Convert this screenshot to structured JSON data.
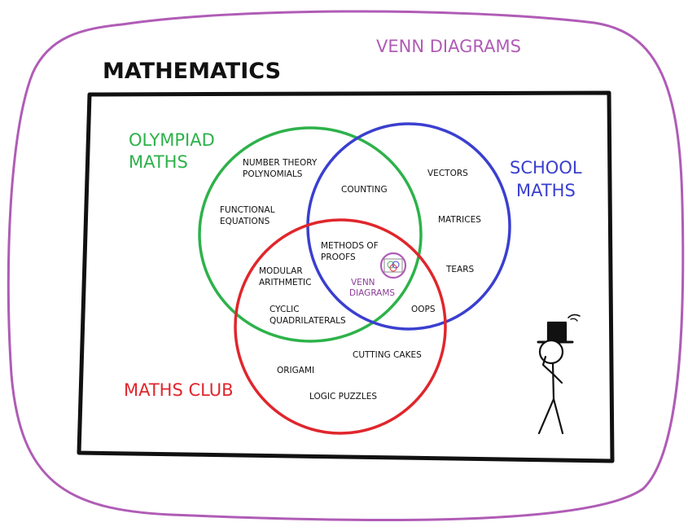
{
  "colors": {
    "outer": "#b05cb6",
    "olympiad": "#2db24a",
    "school": "#3a3fcf",
    "club": "#e0262c",
    "ink": "#111111",
    "purple_text": "#8c3c9a"
  },
  "labels": {
    "venn_diagrams_outer": "VENN DIAGRAMS",
    "mathematics": "MATHEMATICS",
    "olympiad": [
      "OLYMPIAD",
      "MATHS"
    ],
    "school": [
      "SCHOOL",
      "MATHS"
    ],
    "club": "MATHS CLUB"
  },
  "regions": {
    "olympiad_only": [
      [
        "NUMBER THEORY",
        "POLYNOMIALS"
      ],
      [
        "FUNCTIONAL",
        "EQUATIONS"
      ]
    ],
    "olympiad_school": [
      "COUNTING"
    ],
    "school_only": [
      "VECTORS",
      "MATRICES",
      "TEARS"
    ],
    "center": [
      "METHODS OF",
      "PROOFS"
    ],
    "center_venn": [
      "VENN",
      "DIAGRAMS"
    ],
    "olympiad_club": [
      [
        "MODULAR",
        "ARITHMETIC"
      ],
      [
        "CYCLIC",
        "QUADRILATERALS"
      ]
    ],
    "school_club": [
      "OOPS"
    ],
    "club_only": [
      "CUTTING CAKES",
      "ORIGAMI",
      "LOGIC PUZZLES"
    ]
  }
}
